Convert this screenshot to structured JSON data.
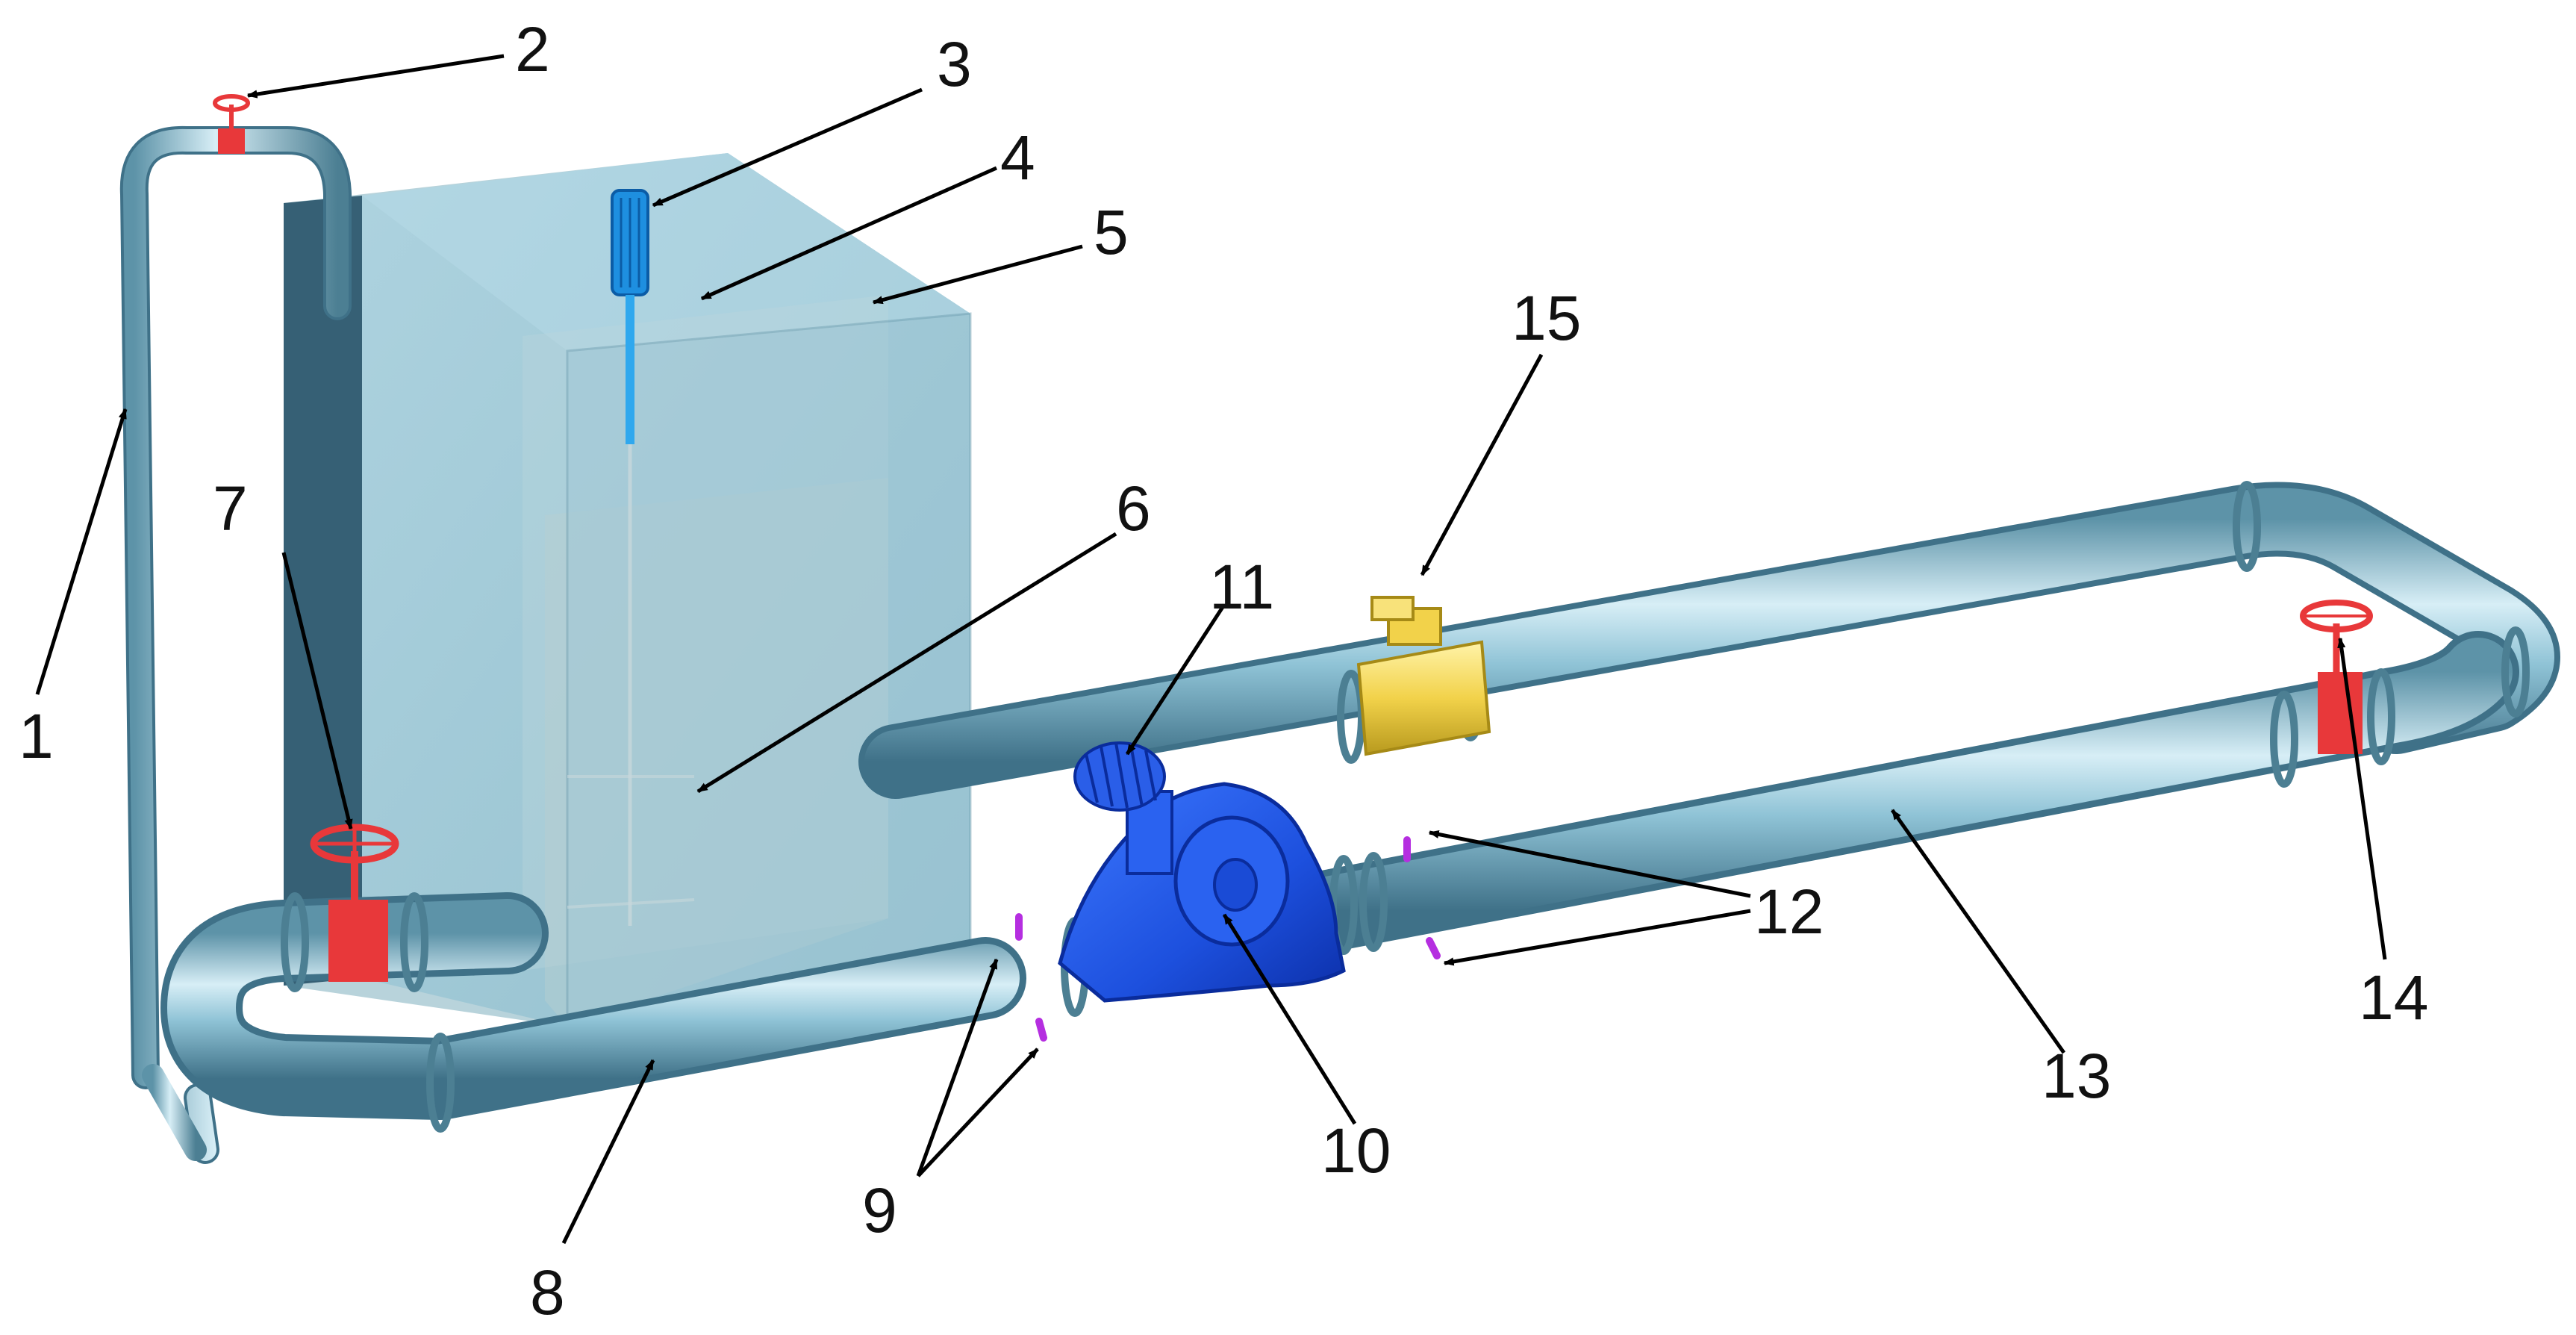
{
  "diagram": {
    "callouts": [
      {
        "id": "c1",
        "label": "1"
      },
      {
        "id": "c2",
        "label": "2"
      },
      {
        "id": "c3",
        "label": "3"
      },
      {
        "id": "c4",
        "label": "4"
      },
      {
        "id": "c5",
        "label": "5"
      },
      {
        "id": "c6",
        "label": "6"
      },
      {
        "id": "c7",
        "label": "7"
      },
      {
        "id": "c8",
        "label": "8"
      },
      {
        "id": "c9",
        "label": "9"
      },
      {
        "id": "c10",
        "label": "10"
      },
      {
        "id": "c11",
        "label": "11"
      },
      {
        "id": "c12",
        "label": "12"
      },
      {
        "id": "c13",
        "label": "13"
      },
      {
        "id": "c14",
        "label": "14"
      },
      {
        "id": "c15",
        "label": "15"
      }
    ],
    "colors": {
      "pipe": "#8fc3d6",
      "pipe_dark": "#4c7f93",
      "tank_glass": "#9cc9da",
      "tank_inner": "#8fb6c3",
      "valve_red": "#e8383a",
      "pump_blue": "#1f57e6",
      "flowmeter_yellow": "#f2d24a",
      "sensor_purple": "#b52ee0",
      "stirrer_blue": "#1e8fe0"
    }
  }
}
